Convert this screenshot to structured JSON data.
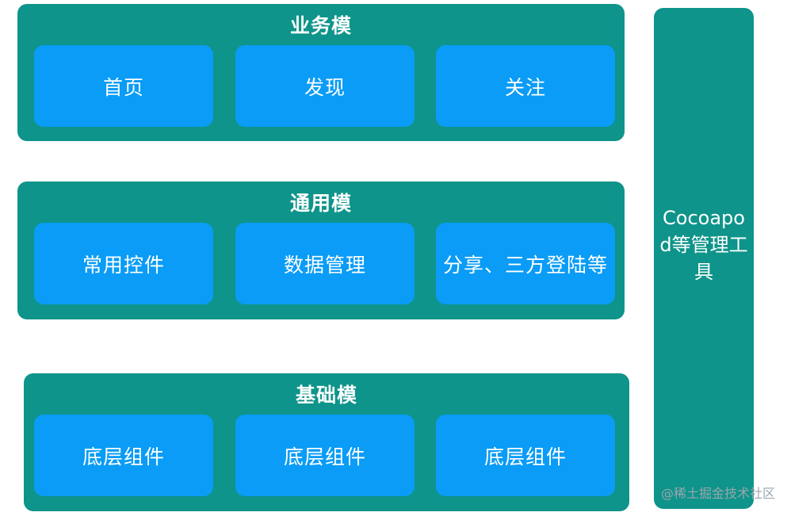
{
  "layers": {
    "business": {
      "title": "业务模",
      "modules": [
        "首页",
        "发现",
        "关注"
      ]
    },
    "common": {
      "title": "通用模",
      "modules": [
        "常用控件",
        "数据管理",
        "分享、三方登陆等"
      ]
    },
    "base": {
      "title": "基础模",
      "modules": [
        "底层组件",
        "底层组件",
        "底层组件"
      ]
    }
  },
  "side_column": {
    "label": "Cocoapod等管理工具"
  },
  "watermark": "@稀土掘金技术社区",
  "colors": {
    "layer": "#0e948a",
    "module": "#0a9cf6",
    "text": "#ffffff",
    "watermark": "#9aa6ad"
  }
}
